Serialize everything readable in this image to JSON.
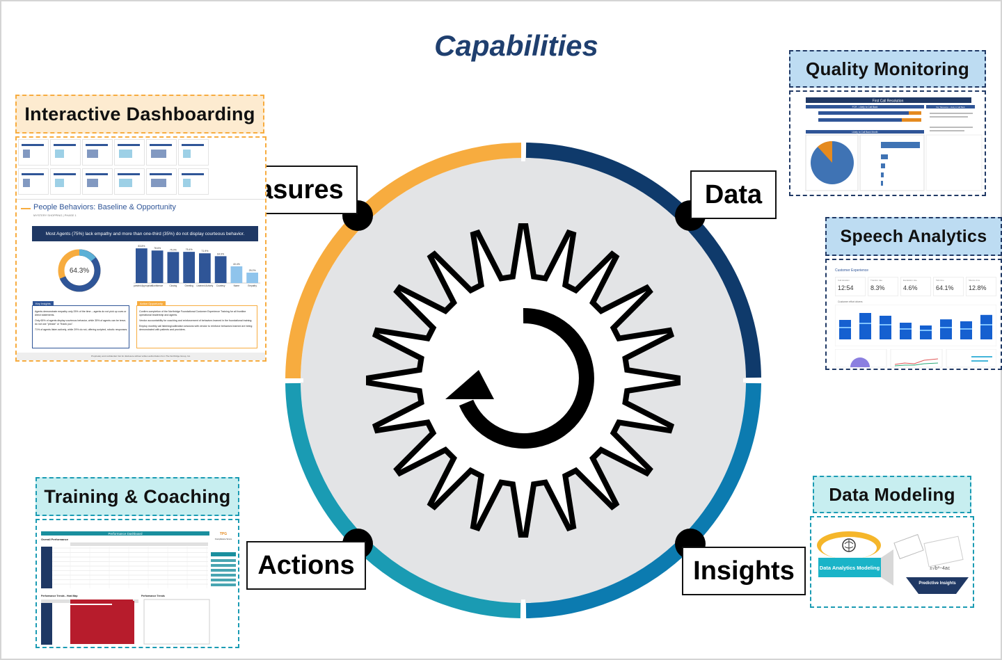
{
  "title": "Capabilities",
  "stages": {
    "measures": "Measures",
    "data": "Data",
    "insights": "Insights",
    "actions": "Actions"
  },
  "capabilities": {
    "interactive_dashboarding": {
      "label": "Interactive Dashboarding",
      "slide_title": "People Behaviors: Baseline & Opportunity",
      "slide_subtitle": "MYSTERY SHOPPING | PHASE 1",
      "banner": "Most Agents (75%) lack empathy and more than one-third (35%) do not display courteous behavior.",
      "donut_value": "64.3%",
      "bar_labels": [
        "Requested Appropriate",
        "Confidence",
        "Closing",
        "Greeting",
        "Listened Actively",
        "Courtesy",
        "Name",
        "Empathy"
      ],
      "bar_values": [
        83.8,
        78.6,
        75.0,
        75.4,
        71.9,
        64.9,
        40.4,
        25.2
      ],
      "key_insights_title": "Key Insights",
      "key_insights": [
        "Agents demonstrate empathy only 25% of the time – agents do not pick up cues or direct statements.",
        "Only 65% of agents display courteous behavior, while 35% of agents can be terse; do not use \"please\" or \"thank you\".",
        "71% of agents listen actively, while 29% do not, offering scripted, robotic responses."
      ],
      "action_title": "Action Opportunity",
      "actions": [
        "Confirm completion of the Northridge Foundational Customer Experience Training for all frontline operational leadership and agents.",
        "Vendor accountability for coaching and reinforcement of behaviors learned in the foundational training.",
        "Employ monthly call listening/calibration sessions with vendor to reinforce behaviors learned are being demonstrated with patients and providers."
      ],
      "footer": "Proprietary and confidential. Not for disclosure without written authorization from The Northridge Group, Inc."
    },
    "quality_monitoring": {
      "label": "Quality Monitoring",
      "header": "First Call Resolution",
      "section1": "FCR - Likely to Call Back",
      "section2": "Likely to Call Back Month",
      "takeaways_title": "Key Takeaways - Likely to Call Back",
      "pie_values": [
        88,
        12
      ]
    },
    "speech_analytics": {
      "label": "Speech Analytics",
      "section": "Customer Experience",
      "kpis": [
        {
          "name": "Call duration",
          "value": "12:54"
        },
        {
          "name": "Transfer rate",
          "value": "8.3%"
        },
        {
          "name": "Escalation rate",
          "value": "4.6%"
        },
        {
          "name": "Talk time",
          "value": "64.1%"
        },
        {
          "name": "Silence time",
          "value": "12.8%"
        }
      ],
      "chart_title": "Customer effort drivers",
      "bars": [
        [
          45,
          70
        ],
        [
          60,
          95
        ],
        [
          55,
          85
        ],
        [
          40,
          60
        ],
        [
          35,
          50
        ],
        [
          45,
          72
        ],
        [
          40,
          65
        ],
        [
          55,
          88
        ]
      ]
    },
    "training_coaching": {
      "label": "Training & Coaching",
      "dashboard_title": "Performance Dashboard",
      "overall": "Overall Performance",
      "compliance": "Compliance Score",
      "heatmap_title": "Performance Trends - Heat Map",
      "trend_title": "Performance Trends"
    },
    "data_modeling": {
      "label": "Data Modeling",
      "box_label": "Data Analytics Modeling",
      "predictive": "Predictive Insights"
    }
  },
  "colors": {
    "title": "#1f3f6f",
    "ring_orange": "#f7ac3f",
    "ring_navy": "#0f3a6b",
    "ring_teal": "#1a9bb3",
    "ring_blue": "#0c7bb0",
    "label_orange": "#fdebd0",
    "label_blue": "#bddcf2",
    "label_teal": "#c7eef0",
    "panel_dark": "#1f3864",
    "bar_blue": "#2f5597",
    "speech_bar": "#1560d0"
  },
  "icons": [
    "gear-icon",
    "refresh-arrow-icon",
    "brain-icon"
  ]
}
